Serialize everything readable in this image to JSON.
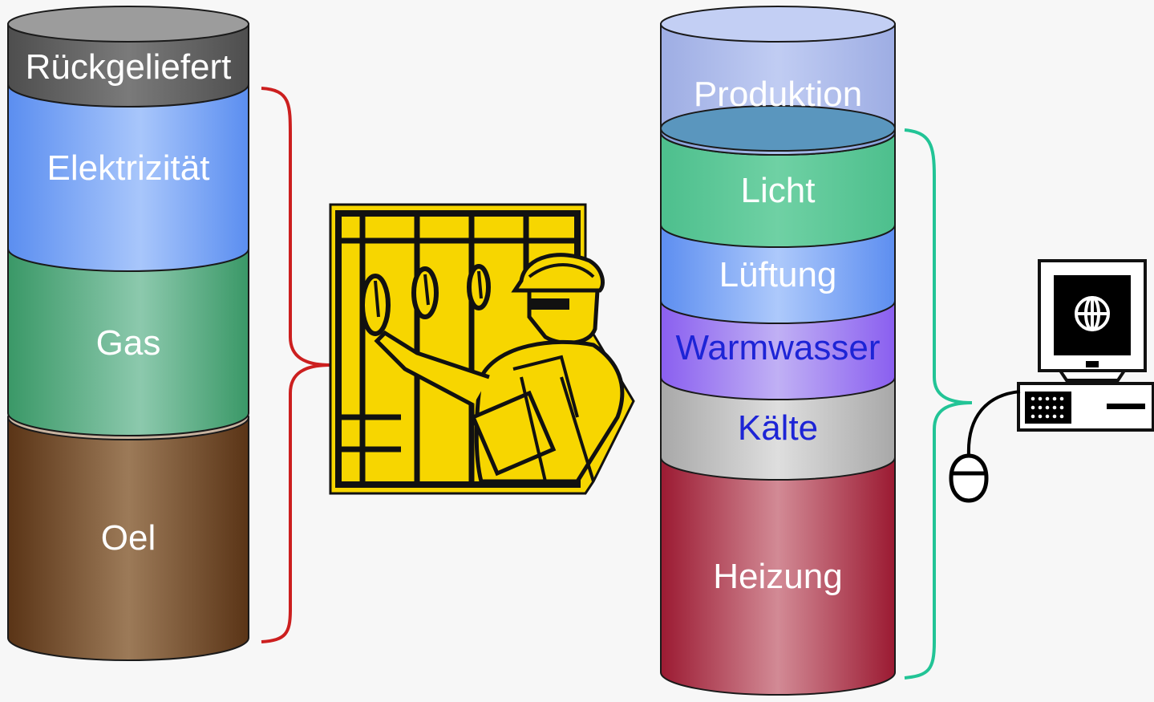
{
  "supply_stack": {
    "segments": [
      {
        "key": "rueckgeliefert",
        "label": "Rückgeliefert",
        "color": "#6b6b6b",
        "text_color": "#ffffff"
      },
      {
        "key": "elektrizitaet",
        "label": "Elektrizität",
        "color": "#7ea8f4",
        "text_color": "#ffffff"
      },
      {
        "key": "gas",
        "label": "Gas",
        "color": "#5fae87",
        "text_color": "#ffffff"
      },
      {
        "key": "oel",
        "label": "Oel",
        "color": "#7d5a3a",
        "text_color": "#ffffff"
      }
    ]
  },
  "demand_stack": {
    "segments": [
      {
        "key": "produktion",
        "label": "Produktion",
        "color": "#9aaee8",
        "text_color": "#ffffff"
      },
      {
        "key": "licht",
        "label": "Licht",
        "color": "#5ec79a",
        "text_color": "#ffffff"
      },
      {
        "key": "lueftung",
        "label": "Lüftung",
        "color": "#85b2f5",
        "text_color": "#ffffff"
      },
      {
        "key": "warmwasser",
        "label": "Warmwasser",
        "color": "#9a82ee",
        "text_color": "#1d24d6"
      },
      {
        "key": "kaelte",
        "label": "Kälte",
        "color": "#c6c6c6",
        "text_color": "#1d24d6"
      },
      {
        "key": "heizung",
        "label": "Heizung",
        "color": "#b5455a",
        "text_color": "#ffffff"
      }
    ]
  },
  "colors": {
    "left_bracket": "#cc1f1f",
    "right_bracket": "#22c496",
    "clipart_yellow": "#f7d600",
    "clipart_ink": "#111111"
  },
  "icons": {
    "worker": "technician-reading-meters-icon",
    "computer": "computer-with-globe-icon"
  }
}
